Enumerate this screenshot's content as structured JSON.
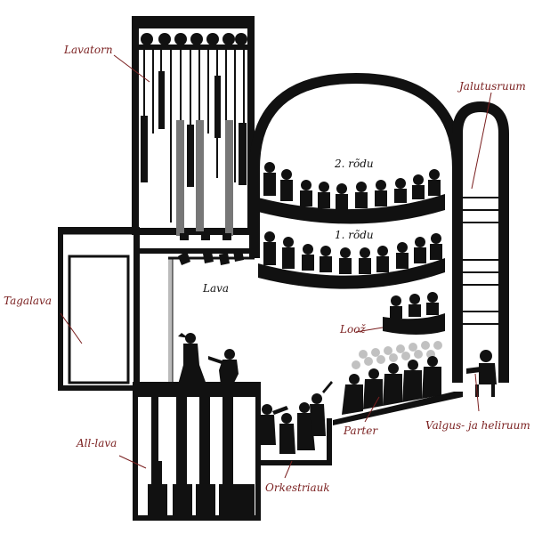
{
  "labels": {
    "lavatorn": "Lavatorn",
    "jalutusruum": "Jalutusruum",
    "rodu2": "2. rõdu",
    "rodu1": "1. rõdu",
    "tagalava": "Tagalava",
    "lava": "Lava",
    "looz": "Loož",
    "parter": "Parter",
    "valgus": "Valgus- ja heliruum",
    "all_lava": "All-lava",
    "orkestriauk": "Orkestriauk"
  },
  "colors": {
    "structure": "#111111",
    "label": "#7a1f1f",
    "stage_floor": "#bbbbbb"
  }
}
